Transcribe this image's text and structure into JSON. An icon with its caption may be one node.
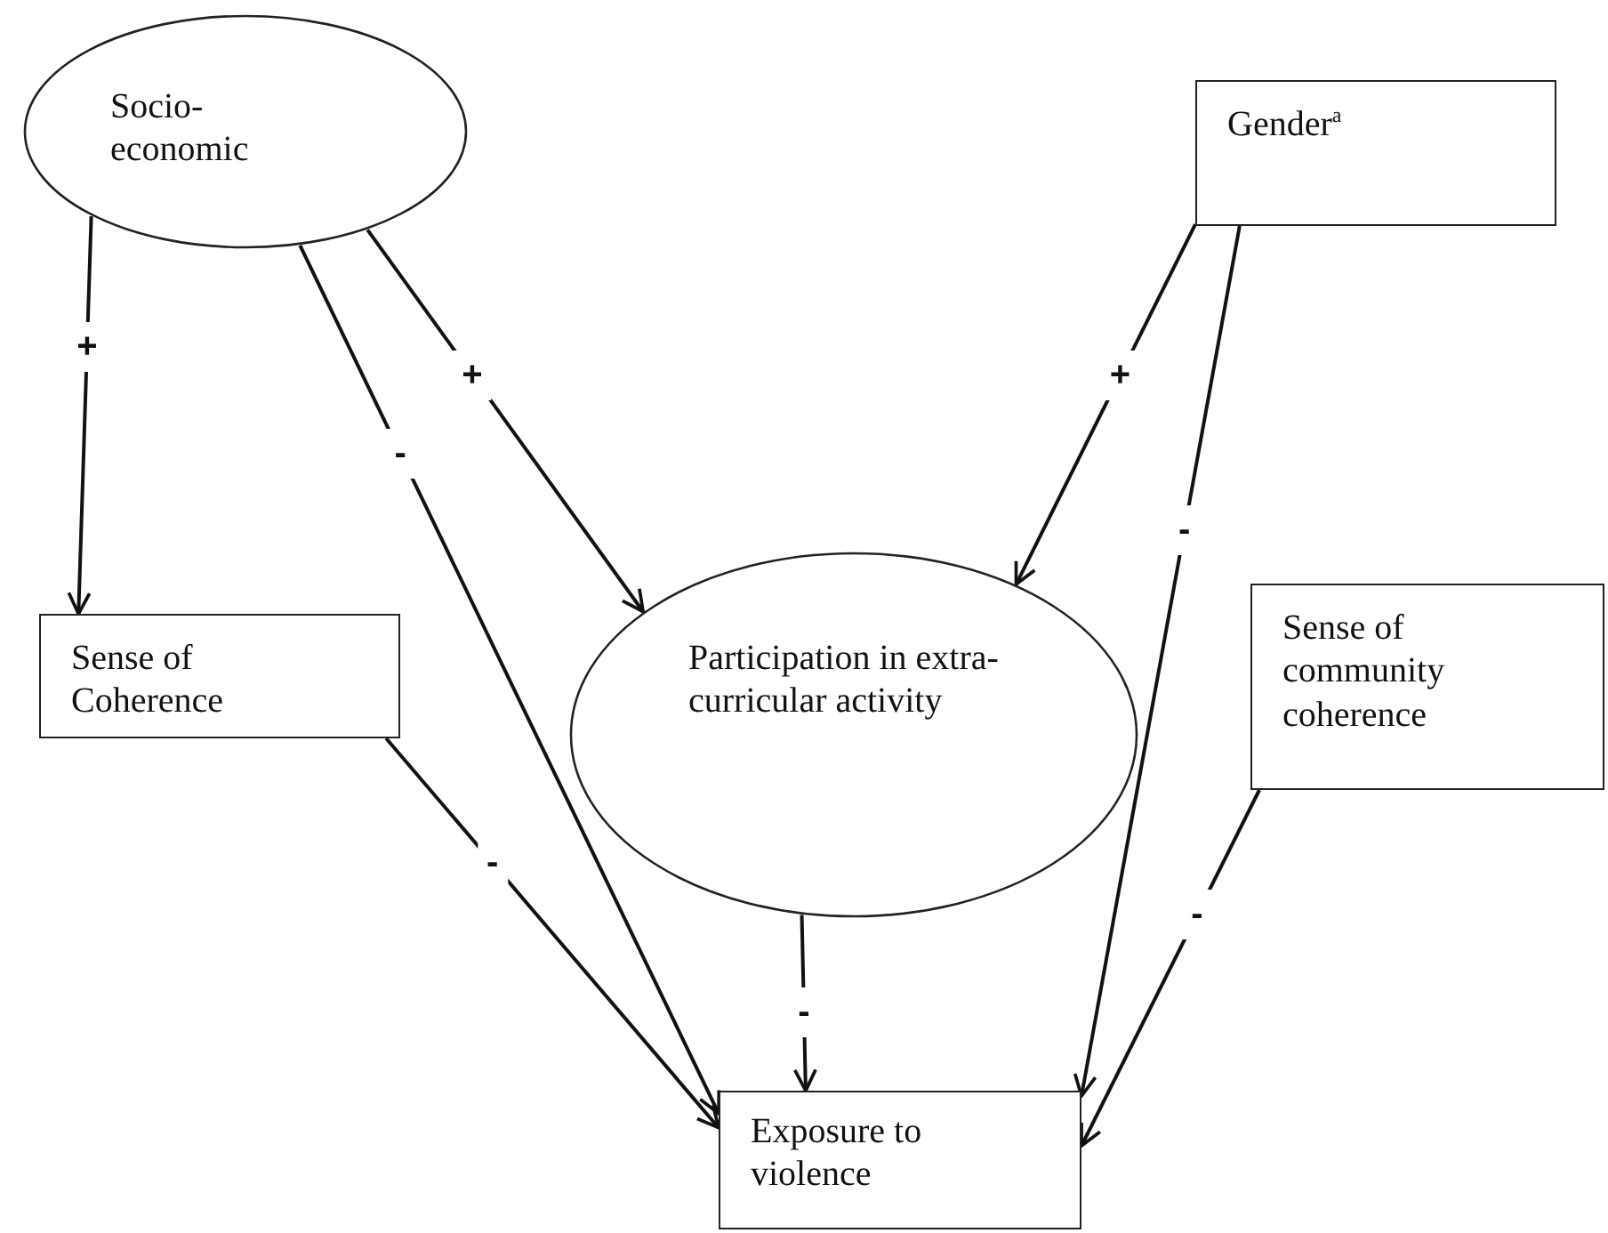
{
  "diagram": {
    "nodes": [
      {
        "text": [
          "Socio-economic"
        ]
      },
      {
        "text": [
          "Gender$^{a}$"
        ]
      },
      {
        "text": [
          "Sense of Coherence"
        ]
      },
      {
        "text": [
          "Participation in extra-curricular activity"
        ]
      },
      {
        "text": [
          "Sense of community coherence"
        ]
      },
      {
        "text": [
          "Exposure to violence"
        ]
      }
    ],
    "edges": [
      {
        "from": 0,
        "to": 2,
        "arrow": "to",
        "label": "+"
      },
      {
        "from": 0,
        "to": 5,
        "arrow": "to",
        "label": "-"
      },
      {
        "from": 0,
        "to": 3,
        "arrow": "to",
        "label": "+"
      },
      {
        "from": 1,
        "to": 3,
        "arrow": "to",
        "label": "+"
      },
      {
        "from": 1,
        "to": 5,
        "arrow": "to",
        "label": "-"
      },
      {
        "from": 2,
        "to": 5,
        "arrow": "to",
        "label": "-"
      },
      {
        "from": 3,
        "to": 5,
        "arrow": "to",
        "label": "-"
      },
      {
        "from": 4,
        "to": 5,
        "arrow": "to",
        "label": "-"
      }
    ]
  }
}
